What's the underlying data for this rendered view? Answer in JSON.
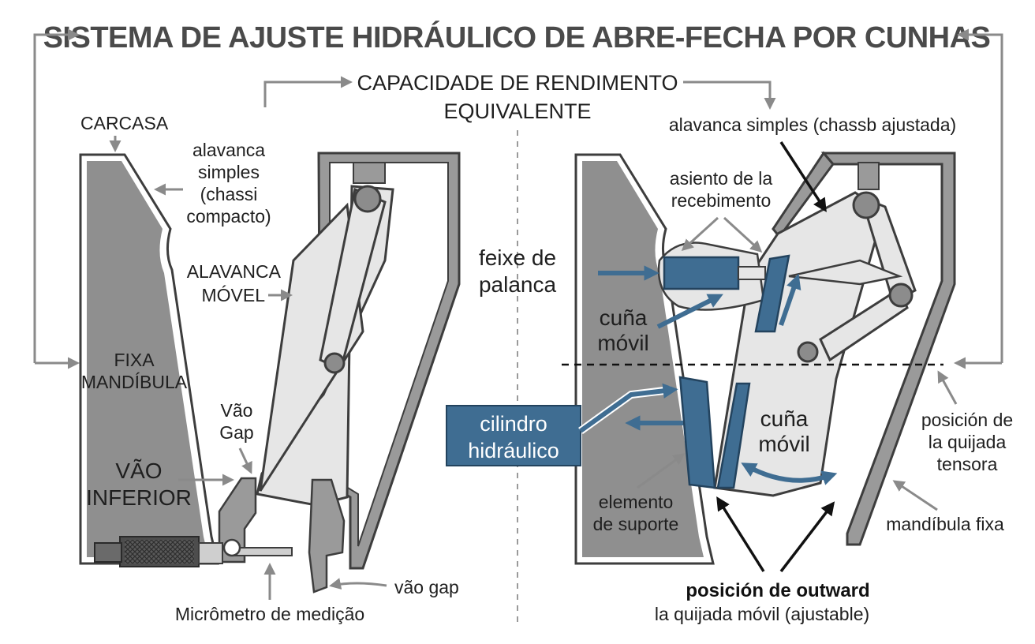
{
  "title": "SISTEMA DE AJUSTE HIDRÁULICO DE ABRE-FECHA POR CUNHAS",
  "subtitle": {
    "line1": "CAPACIDADE DE RENDIMENTO",
    "line2": "EQUIVALENTE"
  },
  "left": {
    "carcasa": "CARCASA",
    "alavanca_simples": [
      "alavanca",
      "simples",
      "(chassi",
      "compacto)"
    ],
    "alavanca_movel": [
      "ALAVANCA",
      "MÓVEL"
    ],
    "fixa_mandibula": [
      "FIXA",
      "MANDÍBULA"
    ],
    "vao_gap": [
      "Vão",
      "Gap"
    ],
    "vao_inferior": [
      "VÃO",
      "INFERIOR"
    ],
    "micrometro": "Micrômetro de medição",
    "vao_gap_lower": "vão gap"
  },
  "middle": {
    "feixe": [
      "feixe de",
      "palanca"
    ]
  },
  "right": {
    "alavanca_simples": "alavanca simples (chassb ajustada)",
    "asiento": [
      "asiento de la",
      "recebimento"
    ],
    "cuna_movil_upper": [
      "cuña",
      "móvil"
    ],
    "cilindro": [
      "cilindro",
      "hidráulico"
    ],
    "cuna_movil_lower": [
      "cuña",
      "móvil"
    ],
    "elemento": [
      "elemento",
      "de suporte"
    ],
    "posicion_quijada": [
      "posición de",
      "la quijada",
      "tensora"
    ],
    "mandibula_fija": "mandíbula fixa",
    "posicion_outward": "posición de outward",
    "quijada_movil": "la quijada móvil (ajustable)"
  },
  "colors": {
    "accent_blue": "#3f6d92",
    "jaw_gray": "#9a9a9a",
    "lever_light": "#e6e6e6",
    "title_gray": "#4a4a4a"
  }
}
